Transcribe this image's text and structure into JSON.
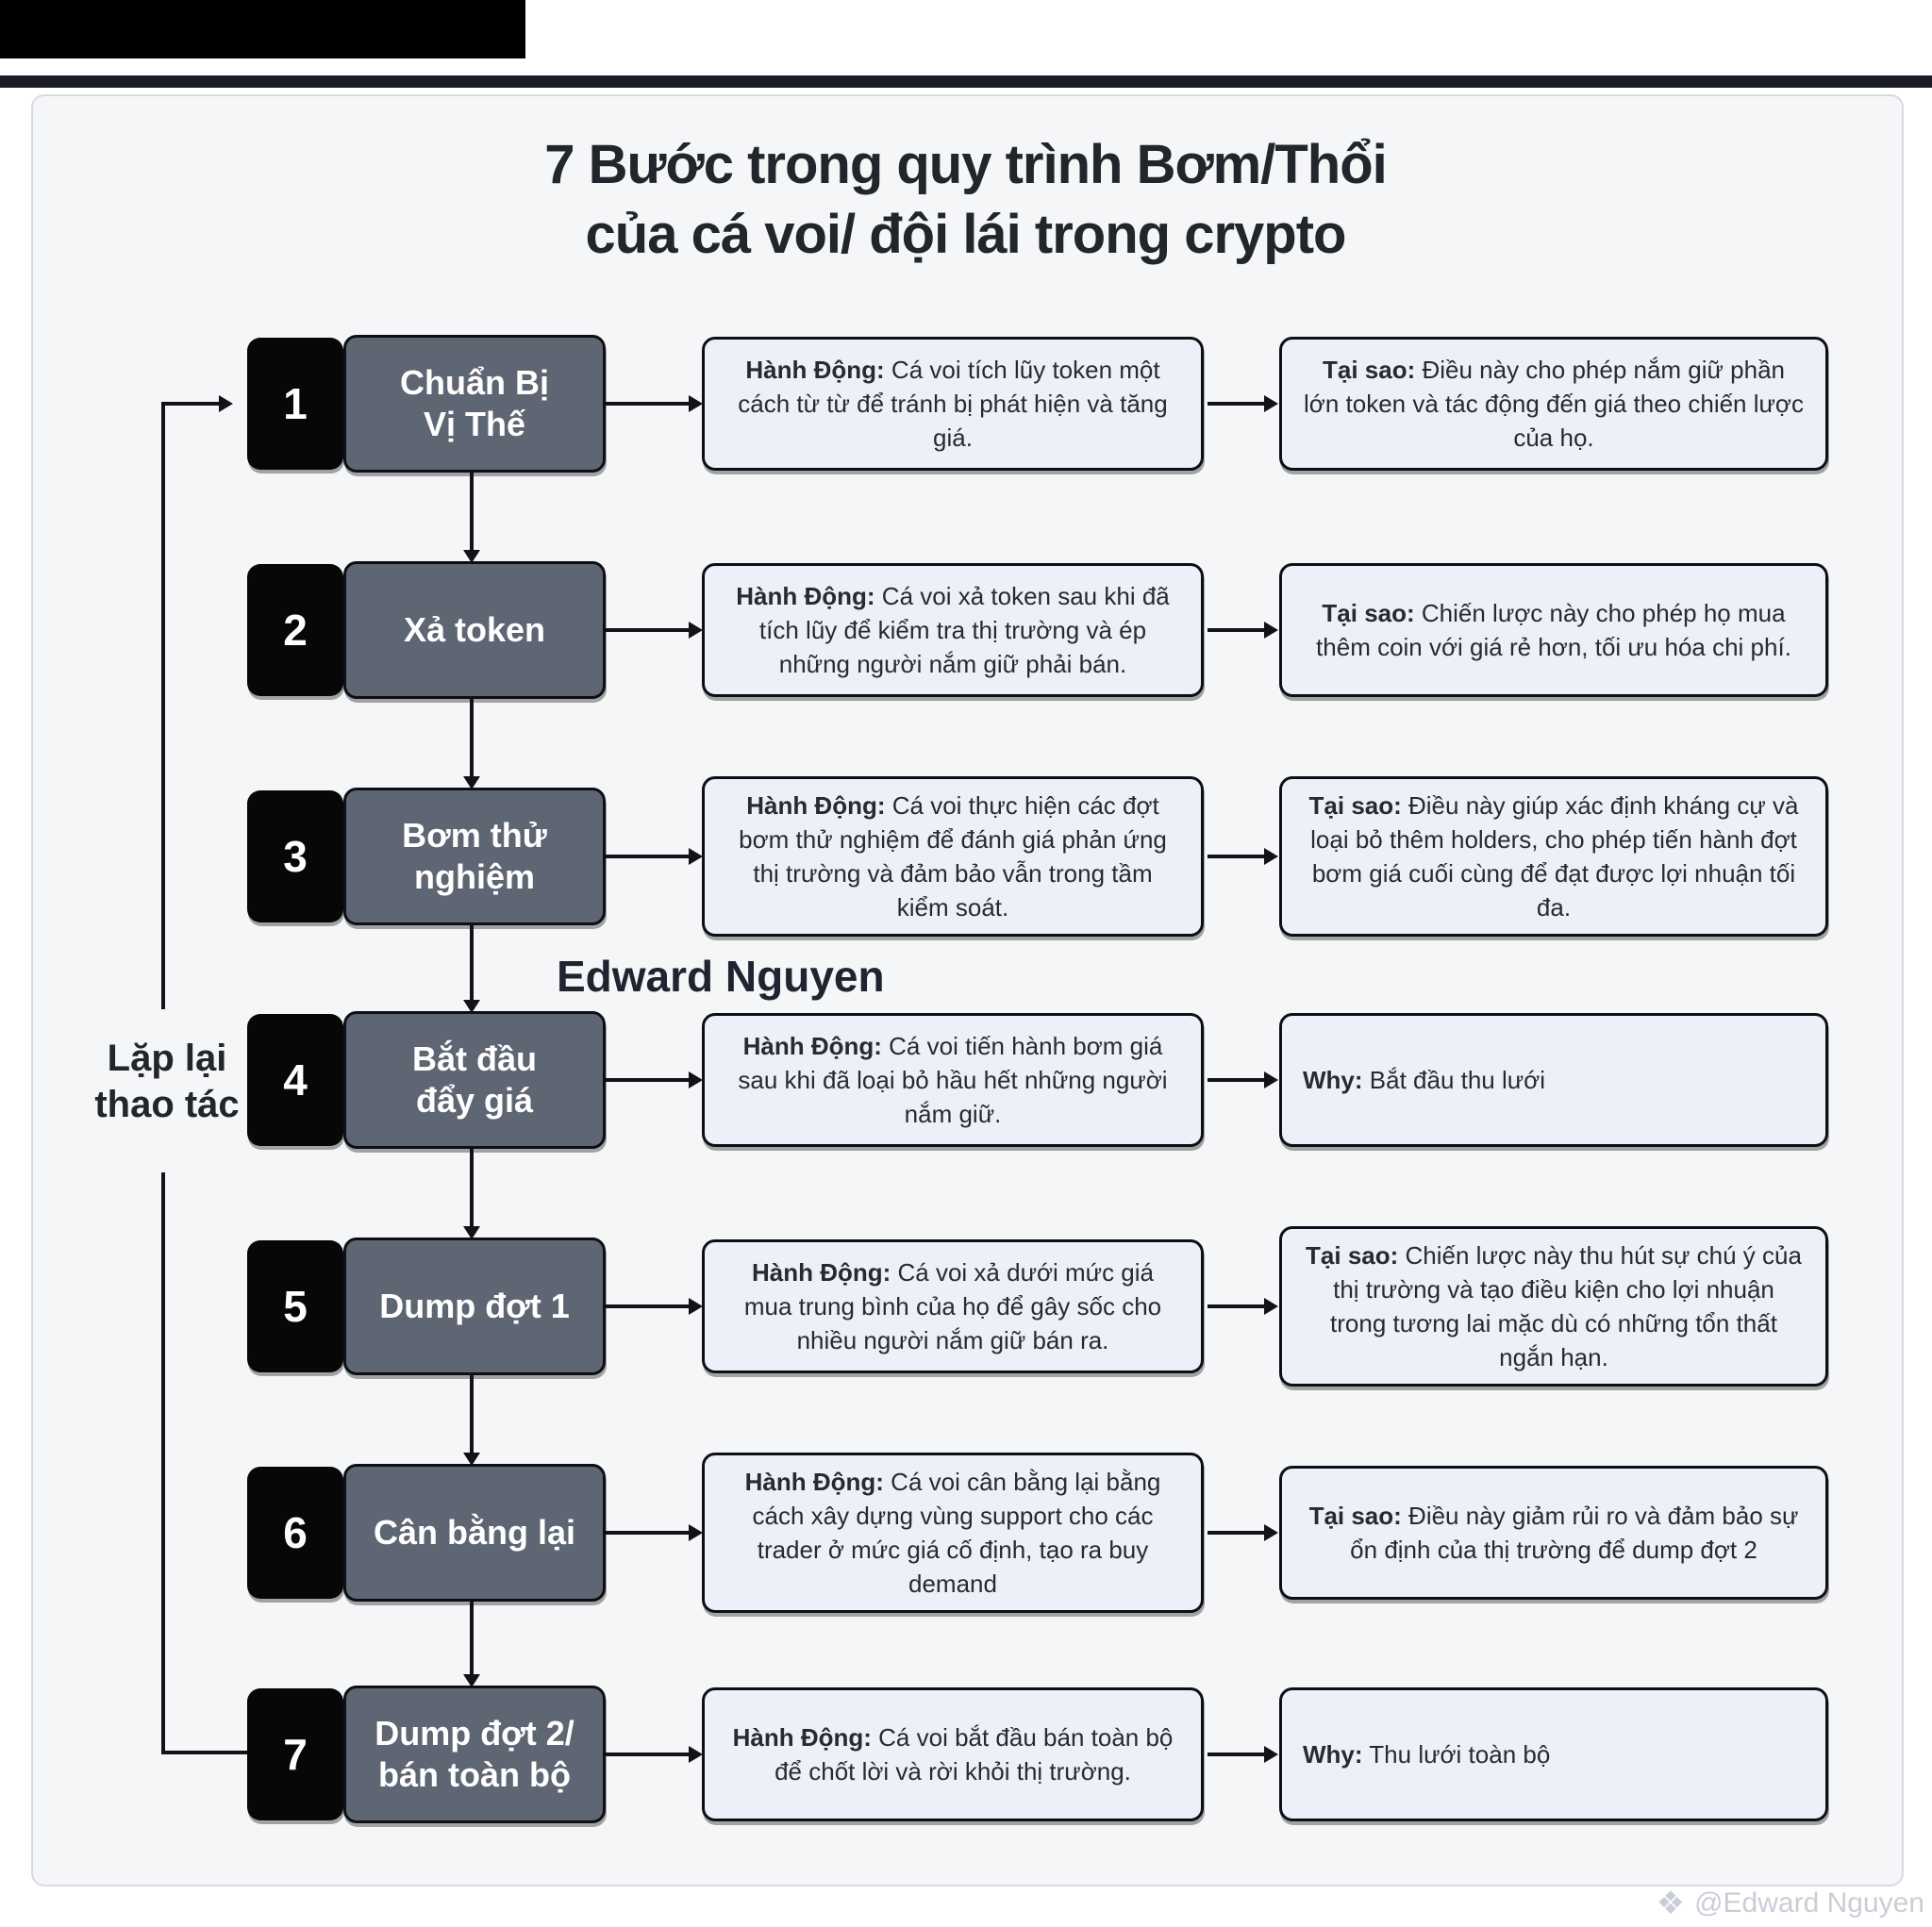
{
  "page": {
    "title_line1": "7 Bước trong quy trình Bơm/Thổi",
    "title_line2": "của cá voi/ đội lái trong crypto",
    "author_label": "Edward Nguyen",
    "loop_label_line1": "Lặp lại",
    "loop_label_line2": "thao tác",
    "watermark": {
      "icon": "❖",
      "text": "@Edward Nguyen"
    }
  },
  "steps": [
    {
      "number": "1",
      "title": "Chuẩn Bị\nVị Thế",
      "action_label": "Hành Động:",
      "action_text": "Cá voi tích lũy token một cách từ từ để tránh bị phát hiện và tăng giá.",
      "why_label": "Tại sao:",
      "why_text": "Điều này cho phép nắm giữ phần lớn token và tác động đến giá theo chiến lược của họ.",
      "why_align": "center"
    },
    {
      "number": "2",
      "title": "Xả token",
      "action_label": "Hành Động:",
      "action_text": "Cá voi xả token sau khi đã tích lũy để kiểm tra thị trường và ép những người nắm giữ phải bán.",
      "why_label": "Tại sao:",
      "why_text": "Chiến lược này cho phép họ mua thêm coin với giá rẻ hơn, tối ưu hóa chi phí.",
      "why_align": "center"
    },
    {
      "number": "3",
      "title": "Bơm thử\nnghiệm",
      "action_label": "Hành Động:",
      "action_text": "Cá voi thực hiện các đợt bơm thử nghiệm để đánh giá phản ứng thị trường và đảm bảo vẫn trong tầm kiểm soát.",
      "why_label": "Tại sao:",
      "why_text": "Điều này giúp xác định kháng cự và loại bỏ thêm holders, cho phép tiến hành đợt bơm giá cuối cùng để đạt được lợi nhuận tối đa.",
      "why_align": "center"
    },
    {
      "number": "4",
      "title": "Bắt đầu\nđẩy giá",
      "action_label": "Hành Động:",
      "action_text": "Cá voi tiến hành bơm giá sau khi đã loại bỏ hầu hết những người nắm giữ.",
      "why_label": "Why:",
      "why_text": "Bắt đầu thu lưới",
      "why_align": "left"
    },
    {
      "number": "5",
      "title": "Dump đợt 1",
      "action_label": "Hành Động:",
      "action_text": "Cá voi xả dưới mức giá mua trung bình của họ để gây sốc cho nhiều người nắm giữ bán ra.",
      "why_label": "Tại sao:",
      "why_text": "Chiến lược này thu hút sự chú ý của thị trường và tạo điều kiện cho lợi nhuận trong tương lai mặc dù có những tổn thất ngắn hạn.",
      "why_align": "center"
    },
    {
      "number": "6",
      "title": "Cân bằng lại",
      "action_label": "Hành Động:",
      "action_text": "Cá voi cân bằng lại bằng cách xây dựng vùng support cho các trader ở mức giá cố định, tạo ra buy demand",
      "why_label": "Tại sao:",
      "why_text": "Điều này giảm rủi ro và đảm bảo sự ổn định của thị trường để dump đợt 2",
      "why_align": "center"
    },
    {
      "number": "7",
      "title": "Dump đợt 2/\nbán toàn bộ",
      "action_label": "Hành Động:",
      "action_text": "Cá voi bắt đầu bán toàn bộ để chốt lời và rời khỏi thị trường.",
      "why_label": "Why:",
      "why_text": "Thu lưới toàn bộ",
      "why_align": "left"
    }
  ]
}
